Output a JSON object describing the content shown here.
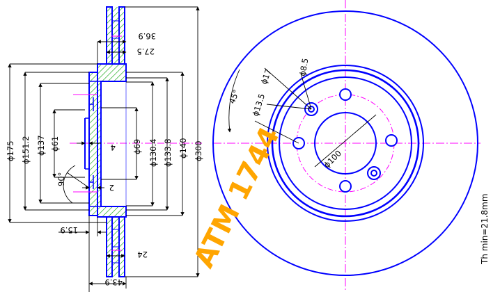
{
  "colors": {
    "outline": "#0000ff",
    "hatch": "#00a000",
    "center": "#ff00ff",
    "dimension": "#000000",
    "watermark": "#ffa500"
  },
  "watermark": {
    "text": "ATM 1744"
  },
  "thickness_note": "Th min=21.8mm",
  "section_view": {
    "vertical_dims": [
      {
        "name": "d175",
        "text": "ϕ175"
      },
      {
        "name": "d151-2",
        "text": "ϕ151.2"
      },
      {
        "name": "d137",
        "text": "ϕ137"
      },
      {
        "name": "d61",
        "text": "ϕ61"
      },
      {
        "name": "d69",
        "text": "ϕ69"
      },
      {
        "name": "d130-4",
        "text": "ϕ130.4"
      },
      {
        "name": "d133-8",
        "text": "ϕ133.8"
      },
      {
        "name": "d140",
        "text": "ϕ140"
      },
      {
        "name": "d300",
        "text": "ϕ300"
      }
    ],
    "horizontal_dims": [
      {
        "name": "w36-9",
        "text": "36.9"
      },
      {
        "name": "w27-5",
        "text": "27.5"
      },
      {
        "name": "w4",
        "text": "4"
      },
      {
        "name": "w2",
        "text": "2"
      },
      {
        "name": "w15-9",
        "text": "15.9"
      },
      {
        "name": "w24",
        "text": "24"
      },
      {
        "name": "w43-9",
        "text": "43.9"
      }
    ],
    "angle_label": "90°"
  },
  "front_view": {
    "labels": [
      {
        "name": "angle-45",
        "text": "45°"
      },
      {
        "name": "d17",
        "text": "ϕ17"
      },
      {
        "name": "d8-5",
        "text": "ϕ8.5"
      },
      {
        "name": "d13-5",
        "text": "ϕ13.5"
      },
      {
        "name": "d100",
        "text": "ϕ100"
      }
    ]
  }
}
